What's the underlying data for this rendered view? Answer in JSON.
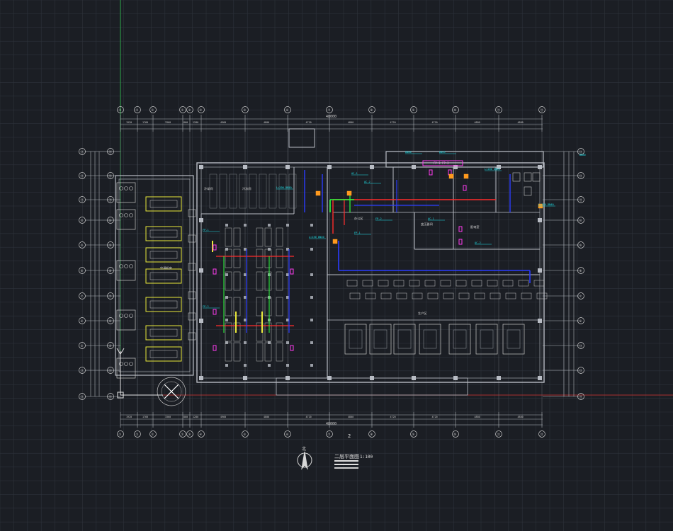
{
  "drawing": {
    "title": "二层平面图",
    "scale": "1:100",
    "north_arrow_label": "北",
    "section_mark": "2"
  },
  "grid_columns_top": [
    "①",
    "①",
    "①",
    "②",
    "③",
    "④",
    "⑤",
    "⑥",
    "⑦",
    "⑧",
    "⑨",
    "⑩",
    "⑪"
  ],
  "grid_rows_left": [
    "⑬",
    "⑫",
    "⑪",
    "⑩",
    "⑨",
    "⑧",
    "⑦",
    "⑥",
    "⑤"
  ],
  "grid_rows_right": [
    "⑬",
    "⑫",
    "⑪",
    "⑩",
    "⑨",
    "⑧",
    "⑦",
    "⑥"
  ],
  "top_total_dim": "48000",
  "bottom_total_dim": "48000",
  "room_labels": [
    "冷却间",
    "冷冻间",
    "生产区",
    "办公区",
    "变压器间",
    "配电室",
    "空调机房"
  ],
  "pipe_notes": [
    "L=200 DN50",
    "L=150 DN40",
    "FP-1",
    "FP-2",
    "AC-1",
    "AC-2",
    "DN80",
    "DN65"
  ],
  "colors": {
    "background": "#1b1e24",
    "grid": "#2e333b",
    "wall": "#b8bcc4",
    "cyan": "#1ee0e8",
    "blue": "#2b3cff",
    "red": "#ff2b2b",
    "green": "#2bff3c",
    "yellow": "#e8e83a",
    "magenta": "#ff3cf0",
    "orange": "#ff9a1e"
  }
}
